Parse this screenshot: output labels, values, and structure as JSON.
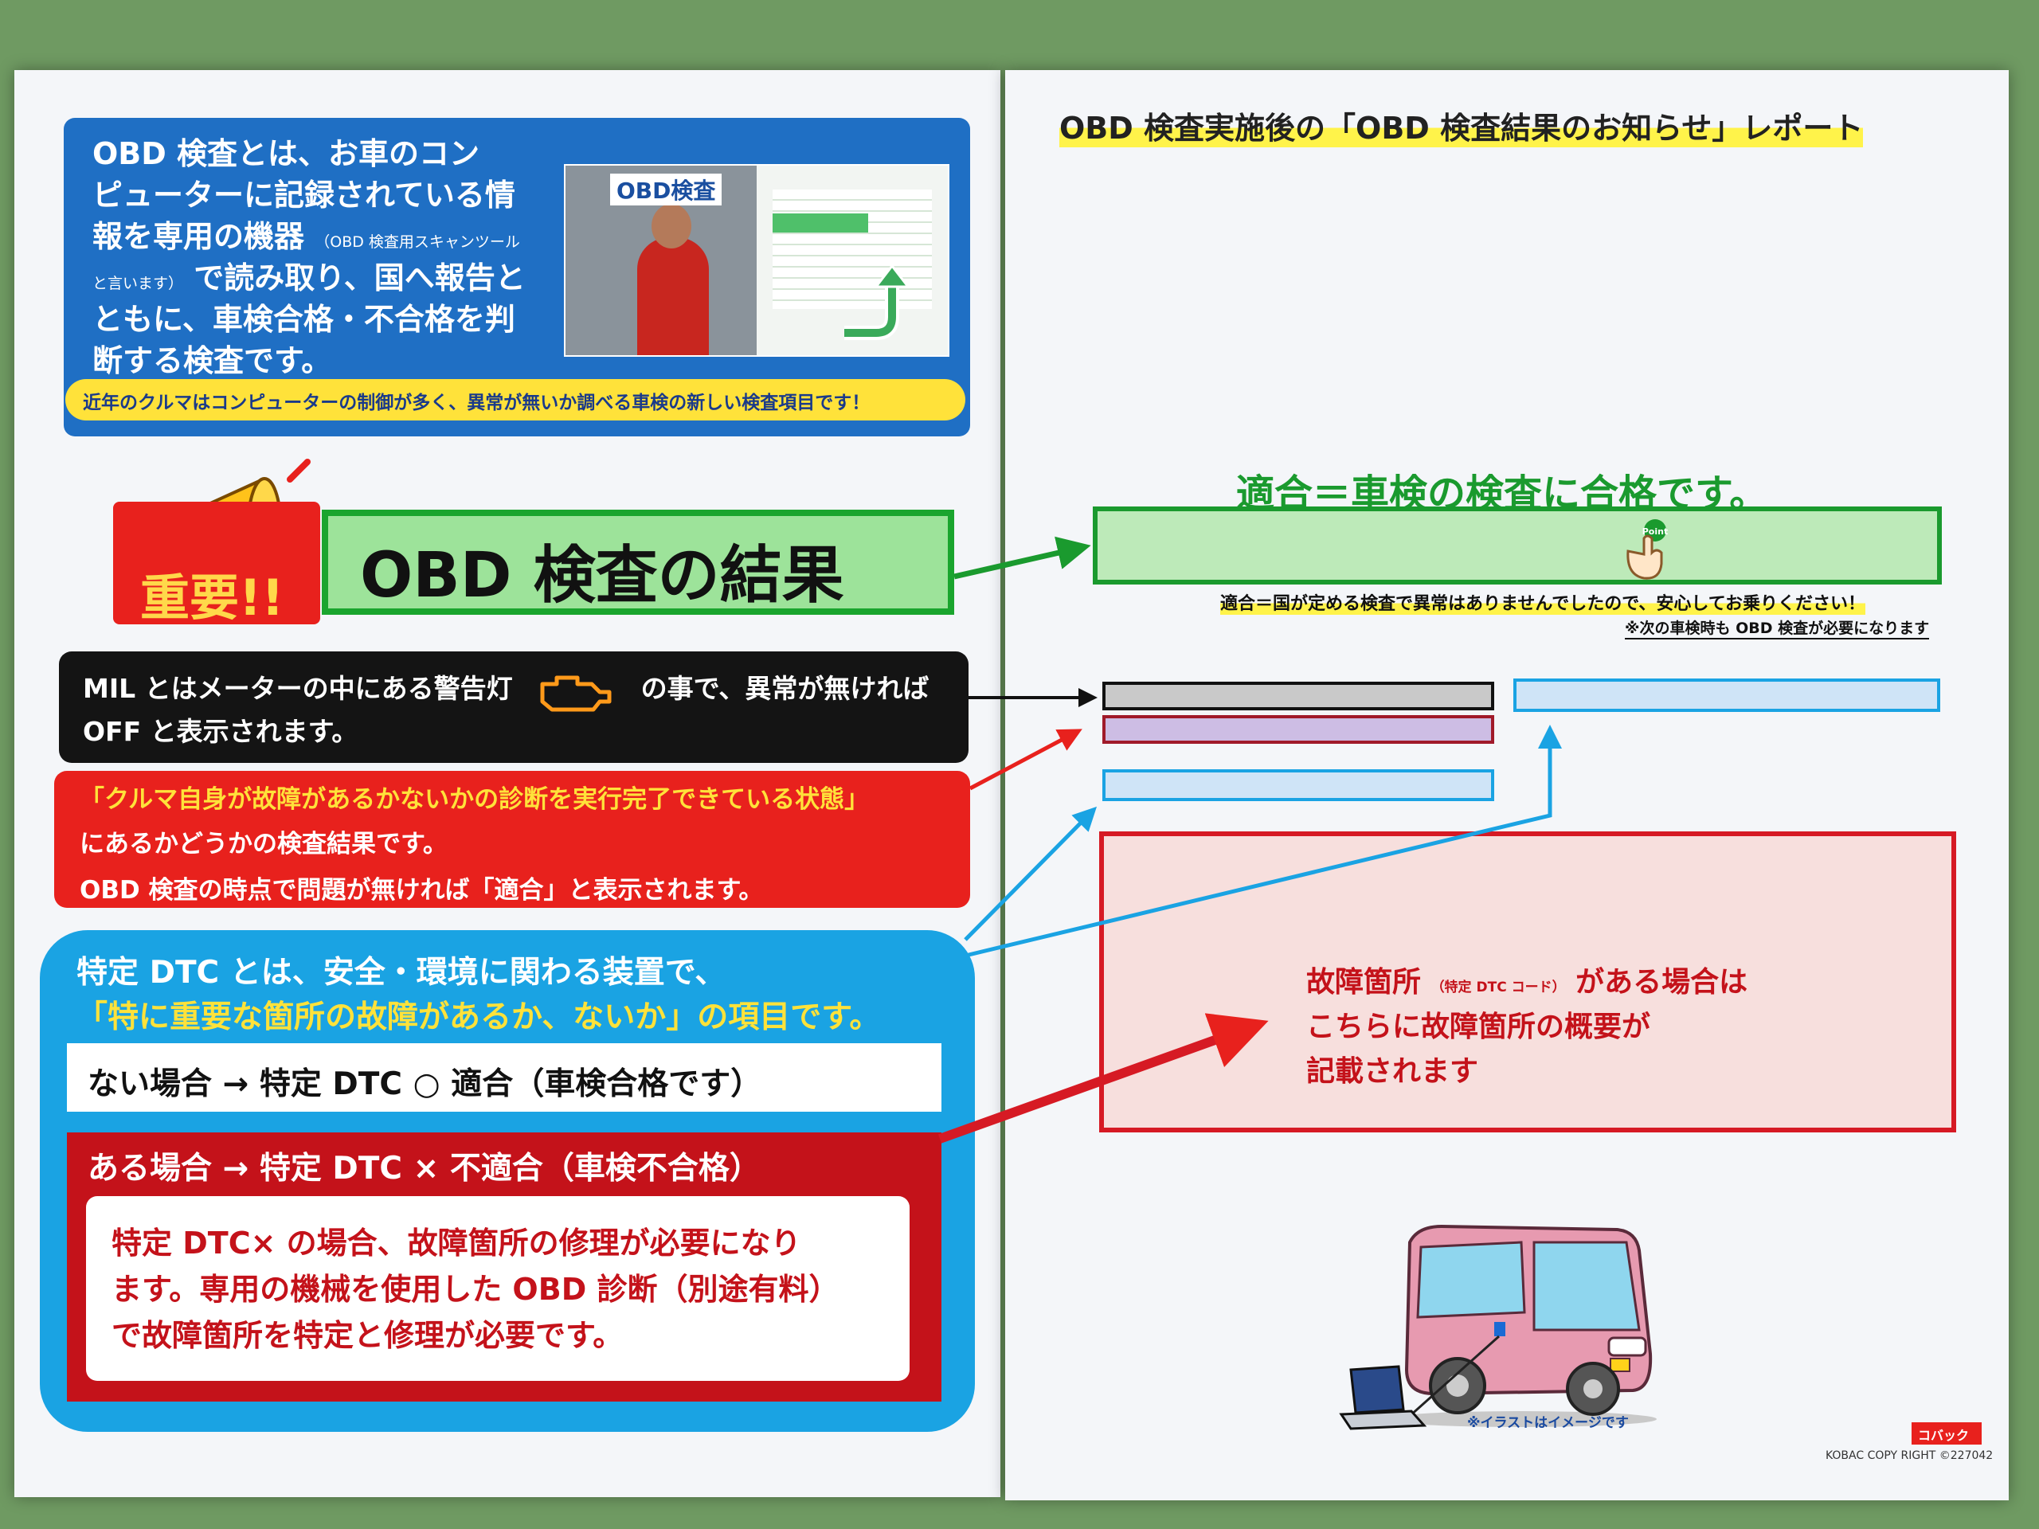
{
  "intro": {
    "lines": [
      "OBD 検査とは、お車のコン",
      "ピューターに記録されている情",
      "報を専用の機器",
      "で読み取り、国へ報告と",
      "ともに、車検合格・不合格を判",
      "断する検査です。"
    ],
    "small_a": "（OBD 検査用スキャンツール",
    "small_b": "と言います）",
    "footer": "近年のクルマはコンピューターの制御が多く、異常が無いか調べる車検の新しい検査項目です！",
    "photo_label": "OBD検査"
  },
  "important": {
    "badge": "重要!!",
    "title": "OBD 検査の結果"
  },
  "mil": {
    "line1a": "MIL とはメーターの中にある警告灯",
    "line1b": "の事で、異常が無ければ",
    "line2": "OFF と表示されます。"
  },
  "readiness": {
    "line1": "「クルマ自身が故障があるかないかの診断を実行完了できている状態」",
    "line2": "にあるかどうかの検査結果です。",
    "line3": "OBD 検査の時点で問題が無ければ「適合」と表示されます。"
  },
  "dtc": {
    "line1": "特定 DTC とは、安全・環境に関わる装置で、",
    "line2": "「特に重要な箇所の故障があるか、ないか」の項目です。",
    "none_case": "ない場合 → 特定 DTC ○ 適合（車検合格です）",
    "some_case": "ある場合 → 特定 DTC  × 不適合（車検不合格）",
    "note_lines": [
      "特定 DTC× の場合、故障箇所の修理が必要になり",
      "ます。専用の機械を使用した OBD 診断（別途有料）",
      "で故障箇所を特定と修理が必要です。"
    ]
  },
  "report": {
    "title": "OBD 検査実施後の「OBD 検査結果のお知らせ」レポート",
    "pass_heading": "適合＝車検の検査に合格です。",
    "point_label": "Point",
    "pass_note": "適合＝国が定める検査で異常はありませんでしたので、安心してお乗りください！",
    "next_note": "※次の車検時も OBD 検査が必要になります",
    "fault_line1a": "故障箇所",
    "fault_small": "（特定 DTC コード）",
    "fault_line1b": "がある場合は",
    "fault_line2": "こちらに故障箇所の概要が",
    "fault_line3": "記載されます",
    "illust_note": "※イラストはイメージです",
    "copyright": "KOBAC COPY RIGHT ©227042",
    "brand": "コバック"
  },
  "colors": {
    "intro_blue": "#1f6fc4",
    "alert_red": "#e8211d",
    "pass_green": "#1a9a2e",
    "dtc_blue": "#1aa3e3",
    "dark_red": "#c4121a",
    "black_box": "#141414"
  }
}
